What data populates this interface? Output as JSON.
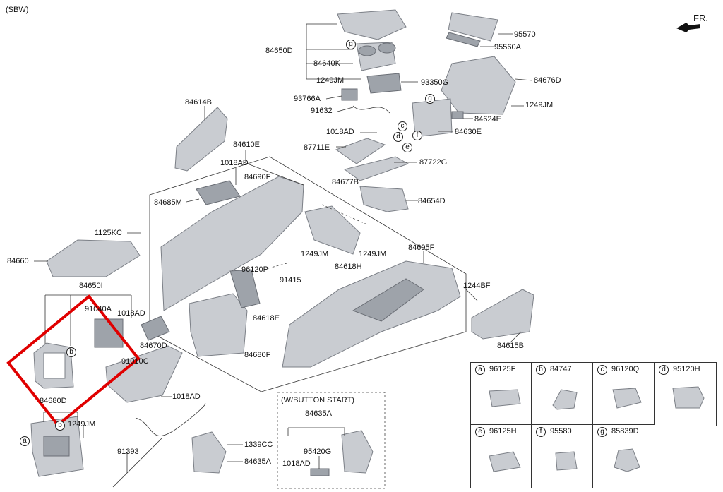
{
  "header": {
    "variant": "(SBW)",
    "front": "FR."
  },
  "parts": {
    "p84650D": "84650D",
    "p84640K": "84640K",
    "p1249JM_a": "1249JM",
    "p93350G": "93350G",
    "p93766A": "93766A",
    "p91632": "91632",
    "p1018AD_a": "1018AD",
    "p87711E": "87711E",
    "p84677B": "84677B",
    "p87722G": "87722G",
    "p84654D": "84654D",
    "p95570": "95570",
    "p95560A": "95560A",
    "p84676D": "84676D",
    "p1249JM_b": "1249JM",
    "p84624E": "84624E",
    "p84630E": "84630E",
    "p84614B": "84614B",
    "p84610E": "84610E",
    "p1018AD_b": "1018AD",
    "p84690F": "84690F",
    "p84685M": "84685M",
    "p1125KC": "1125KC",
    "p84660": "84660",
    "p1249JM_c": "1249JM",
    "p1249JM_d": "1249JM",
    "p84618H": "84618H",
    "p96120P": "96120P",
    "p91415": "91415",
    "p84695F": "84695F",
    "p1244BF": "1244BF",
    "p84650I": "84650I",
    "p91040A": "91040A",
    "p1018AD_c": "1018AD",
    "p84618E": "84618E",
    "p84670D": "84670D",
    "p84680F": "84680F",
    "p84615B": "84615B",
    "p91010C": "91010C",
    "p1018AD_d": "1018AD",
    "p84680D": "84680D",
    "p1249JM_e": "1249JM",
    "p91393": "91393",
    "p1339CC": "1339CC",
    "p84635A_a": "84635A",
    "p84635A_b": "84635A",
    "p95420G": "95420G",
    "p1018AD_e": "1018AD"
  },
  "callouts": {
    "g1": "g",
    "g2": "g",
    "c": "c",
    "d": "d",
    "e": "e",
    "f": "f",
    "b1": "b",
    "b2": "b",
    "a": "a"
  },
  "button_start_box": {
    "title": "(W/BUTTON START)"
  },
  "legend": [
    {
      "key": "a",
      "part": "96125F"
    },
    {
      "key": "b",
      "part": "84747"
    },
    {
      "key": "c",
      "part": "96120Q"
    },
    {
      "key": "d",
      "part": "95120H"
    },
    {
      "key": "e",
      "part": "96125H"
    },
    {
      "key": "f",
      "part": "95580"
    },
    {
      "key": "g",
      "part": "85839D"
    }
  ],
  "highlight_color": "#e00000"
}
